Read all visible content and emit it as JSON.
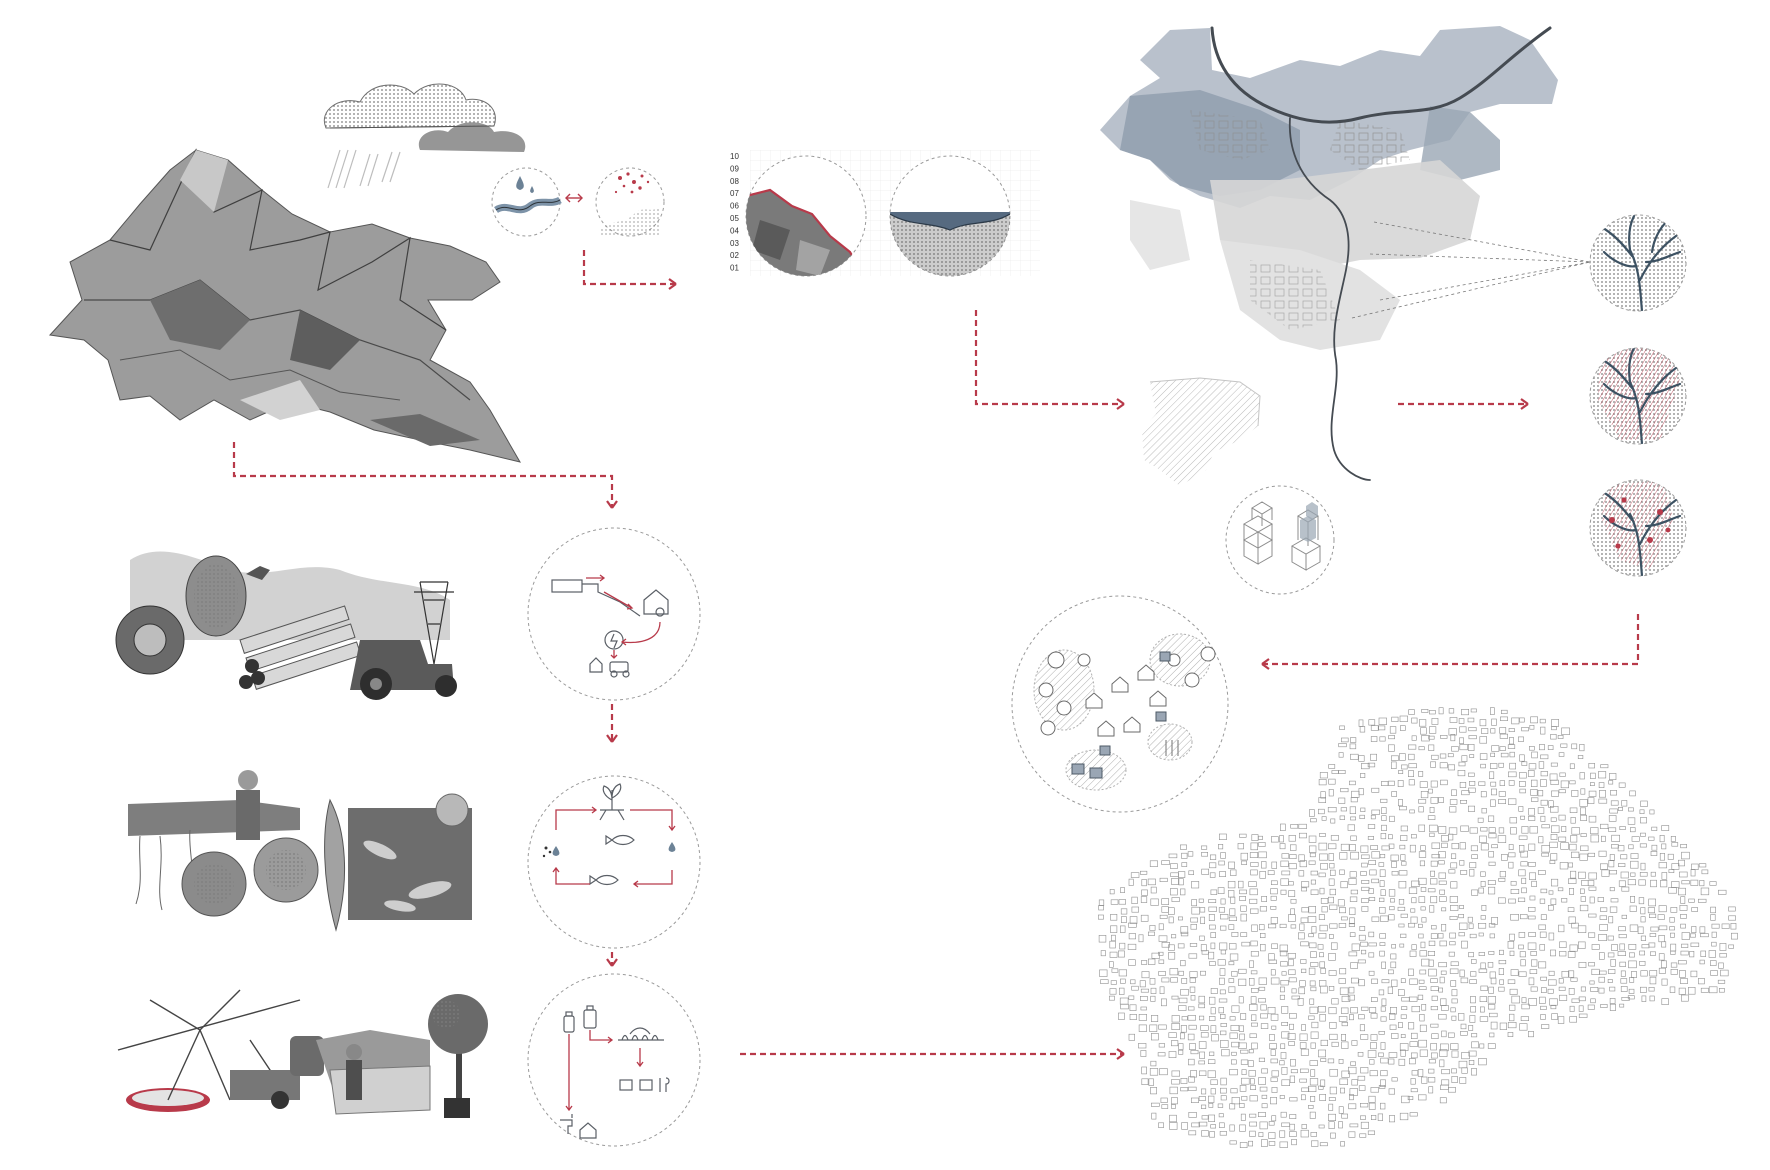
{
  "scale_labels": [
    "10",
    "09",
    "08",
    "07",
    "06",
    "05",
    "04",
    "03",
    "02",
    "01"
  ],
  "colors": {
    "accent": "#b83a4a",
    "river": "#454b52",
    "watershed": "#9aa6b4",
    "ink": "#555a60",
    "collage": "#8a8a8a",
    "circle_stroke": "#9a9a9a"
  },
  "icons": [
    "cloud-icon",
    "rain-icon",
    "droplet-icon",
    "house-icon",
    "tractor-icon",
    "lightning-icon",
    "plant-icon",
    "fish-icon",
    "water-bottle-icon",
    "tap-icon",
    "tree-icon",
    "cube-stack-icon"
  ]
}
